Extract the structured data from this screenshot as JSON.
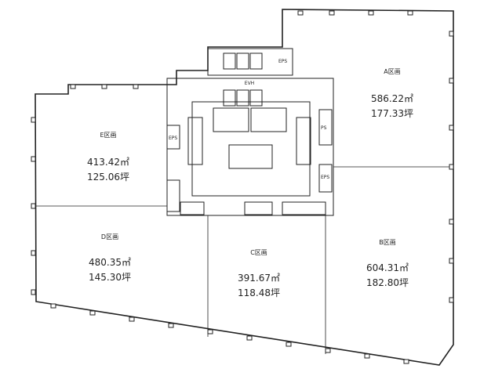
{
  "plan": {
    "sections": [
      {
        "id": "A",
        "name": "A区画",
        "area_m2": "586.22㎡",
        "area_tsubo": "177.33坪"
      },
      {
        "id": "B",
        "name": "B区画",
        "area_m2": "604.31㎡",
        "area_tsubo": "182.80坪"
      },
      {
        "id": "C",
        "name": "C区画",
        "area_m2": "391.67㎡",
        "area_tsubo": "118.48坪"
      },
      {
        "id": "D",
        "name": "D区画",
        "area_m2": "480.35㎡",
        "area_tsubo": "145.30坪"
      },
      {
        "id": "E",
        "name": "E区画",
        "area_m2": "413.42㎡",
        "area_tsubo": "125.06坪"
      }
    ],
    "core_labels": {
      "ev_hall": "EVH",
      "eps": "EPS",
      "ps": "PS"
    }
  }
}
